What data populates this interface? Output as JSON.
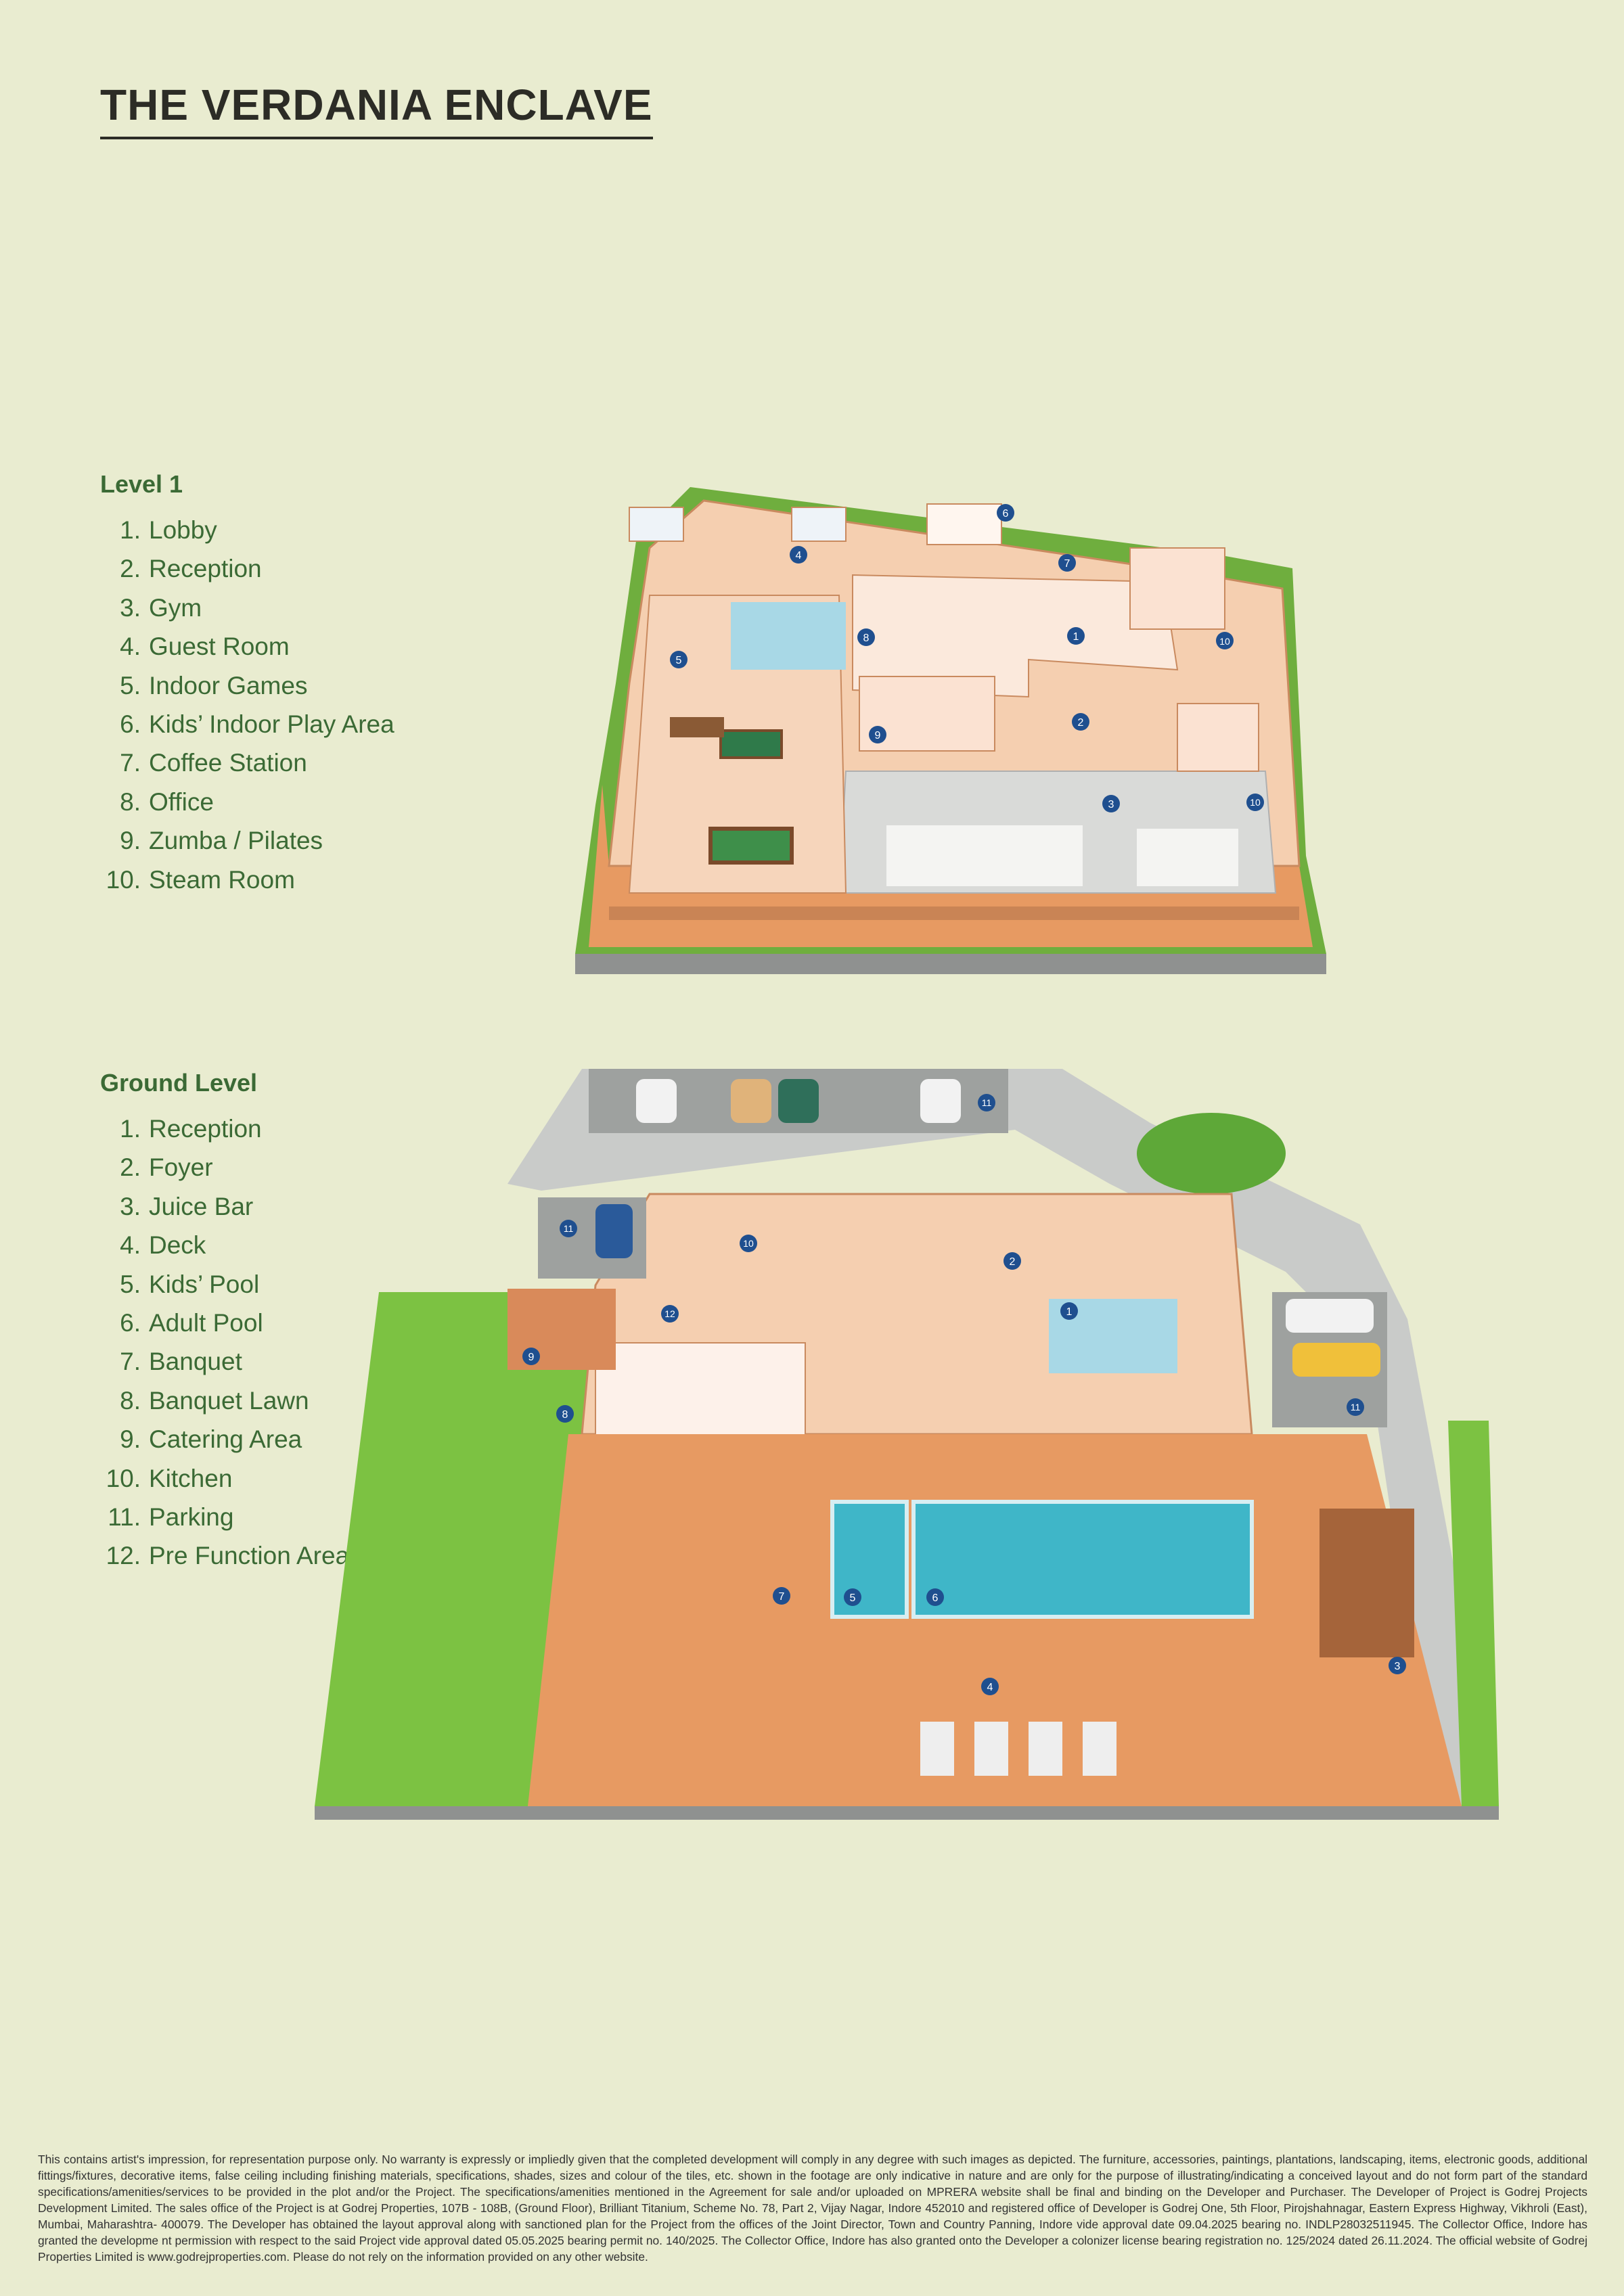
{
  "title": "THE VERDANIA ENCLAVE",
  "level1": {
    "heading": "Level 1",
    "items": [
      {
        "num": "1.",
        "label": "Lobby"
      },
      {
        "num": "2.",
        "label": "Reception"
      },
      {
        "num": "3.",
        "label": "Gym"
      },
      {
        "num": "4.",
        "label": "Guest Room"
      },
      {
        "num": "5.",
        "label": "Indoor Games"
      },
      {
        "num": "6.",
        "label": "Kids’ Indoor Play Area"
      },
      {
        "num": "7.",
        "label": "Coffee Station"
      },
      {
        "num": "8.",
        "label": "Office"
      },
      {
        "num": "9.",
        "label": "Zumba / Pilates"
      },
      {
        "num": "10.",
        "label": "Steam Room"
      }
    ],
    "markers": [
      "1",
      "2",
      "3",
      "4",
      "5",
      "6",
      "7",
      "8",
      "9",
      "10",
      "10"
    ]
  },
  "ground": {
    "heading": "Ground Level",
    "items": [
      {
        "num": "1.",
        "label": "Reception"
      },
      {
        "num": "2.",
        "label": "Foyer"
      },
      {
        "num": "3.",
        "label": "Juice Bar"
      },
      {
        "num": "4.",
        "label": "Deck"
      },
      {
        "num": "5.",
        "label": "Kids’ Pool"
      },
      {
        "num": "6.",
        "label": "Adult Pool"
      },
      {
        "num": "7.",
        "label": "Banquet"
      },
      {
        "num": "8.",
        "label": "Banquet Lawn"
      },
      {
        "num": "9.",
        "label": "Catering Area"
      },
      {
        "num": "10.",
        "label": "Kitchen"
      },
      {
        "num": "11.",
        "label": "Parking"
      },
      {
        "num": "12.",
        "label": "Pre Function Area"
      }
    ],
    "markers": [
      "1",
      "2",
      "3",
      "4",
      "5",
      "6",
      "7",
      "8",
      "9",
      "10",
      "11",
      "11",
      "11",
      "12"
    ]
  },
  "colors": {
    "background": "#e9ecd0",
    "legend_text": "#3b6a35",
    "marker": "#1f4f8f",
    "floor": "#f5cfb0",
    "deck": "#e79a62",
    "lawn": "#7cc242",
    "pool": "#3fb6c8",
    "road": "#c9cbc9"
  },
  "disclaimer": "This contains artist's impression, for representation purpose only. No warranty is expressly or impliedly given that the completed development will comply in any degree with such images as depicted. The furniture, accessories, paintings, plantations, landscaping, items, electronic goods, additional fittings/fixtures, decorative items, false ceiling including finishing materials, specifications, shades, sizes and colour of the tiles, etc. shown in the footage are only indicative in nature and are only for the purpose of illustrating/indicating a conceived layout and do not form part of the standard specifications/amenities/services to be provided in the plot and/or the Project. The specifications/amenities mentioned in the Agreement for sale and/or uploaded on MPRERA website shall be final and binding on the Developer and Purchaser. The Developer of Project is Godrej Projects Development Limited. The sales office of the Project is at Godrej Properties, 107B - 108B, (Ground Floor), Brilliant Titanium, Scheme No. 78, Part 2, Vijay Nagar, Indore 452010 and registered office of Developer is Godrej One, 5th Floor, Pirojshahnagar, Eastern Express Highway, Vikhroli (East), Mumbai, Maharashtra- 400079.  The Developer has obtained the layout approval along with sanctioned plan for the Project from the offices of the Joint Director, Town and Country Panning, Indore vide approval date 09.04.2025 bearing no. INDLP28032511945. The Collector Office, Indore has granted the developme nt permission with respect to the said Project vide approval dated 05.05.2025 bearing permit no. 140/2025. The Collector Office, Indore has also granted onto the Developer a colonizer license bearing registration no. 125/2024 dated 26.11.2024.  The official website of Godrej Properties Limited is www.godrejproperties.com. Please do not rely on the information provided on any other website."
}
